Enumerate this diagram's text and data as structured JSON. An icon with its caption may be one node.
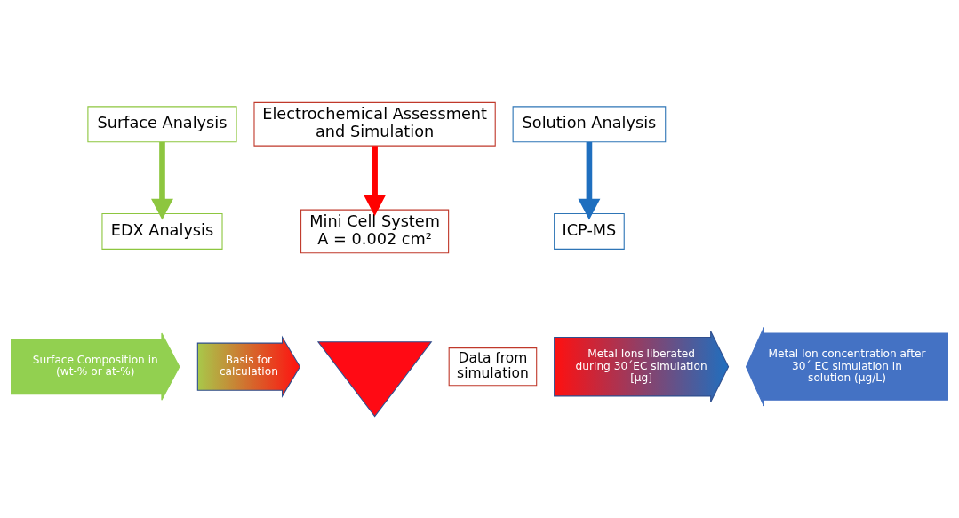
{
  "diagram": {
    "nodes": [
      {
        "text": [
          "Surface Analysis"
        ]
      },
      {
        "text": [
          "Electrochemical Assessment and Simulation"
        ]
      },
      {
        "text": [
          "Solution Analysis"
        ]
      },
      {
        "text": [
          "EDX Analysis"
        ]
      },
      {
        "text": [
          "Mini Cell System",
          "A = 0.002 cm²"
        ]
      },
      {
        "text": [
          "ICP-MS"
        ]
      },
      {
        "text": [
          "Surface Composition in (wt-% or at-%)"
        ]
      },
      {
        "text": [
          "Basis for calculation"
        ]
      },
      {
        "text": [],
        "shape": "hourglass"
      },
      {
        "text": [
          "Data from simulation"
        ]
      },
      {
        "text": [
          "Metal Ions liberated during 30´EC simulation [µg]"
        ]
      },
      {
        "text": [
          "Metal Ion concentration after 30´ EC simulation in solution (µg/L)"
        ]
      }
    ],
    "edges": [
      {
        "from": 0,
        "to": 3,
        "arrow": "to",
        "color": "#8dc63f"
      },
      {
        "from": 1,
        "to": 4,
        "arrow": "to",
        "color": "#ff0000"
      },
      {
        "from": 2,
        "to": 5,
        "arrow": "to",
        "color": "#1f6fbf"
      }
    ]
  }
}
